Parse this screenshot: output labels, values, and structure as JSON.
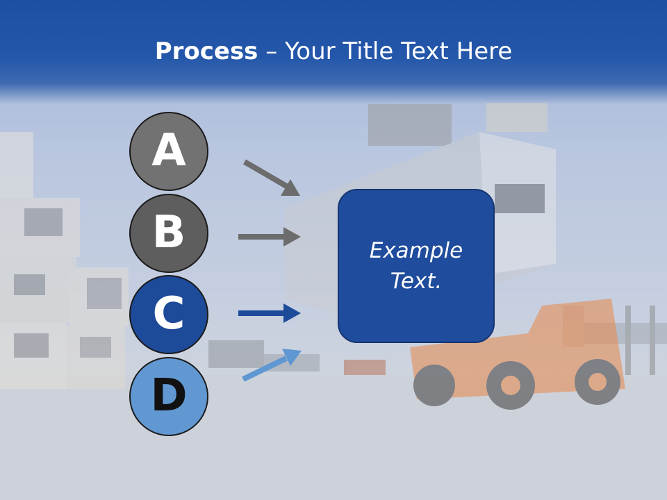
{
  "title": {
    "bold": "Process",
    "rest": " – Your Title Text Here"
  },
  "steps": [
    {
      "letter": "A",
      "color": "#727272"
    },
    {
      "letter": "B",
      "color": "#5e5e5e"
    },
    {
      "letter": "C",
      "color": "#1e4a9a"
    },
    {
      "letter": "D",
      "color": "#6198d2"
    }
  ],
  "box": {
    "line1": "Example",
    "line2": "Text.",
    "color": "#1f4c9d"
  }
}
